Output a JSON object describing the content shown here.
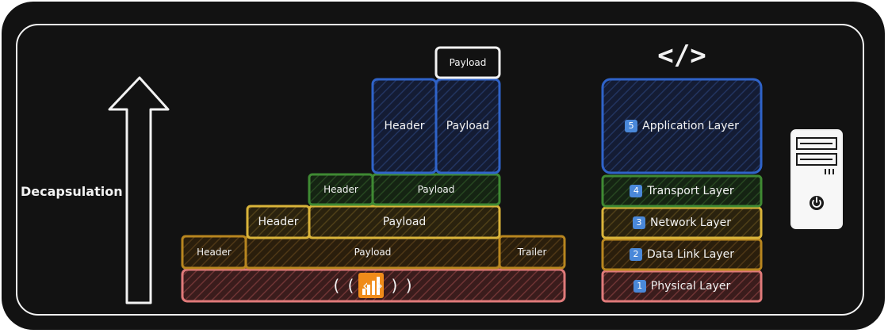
{
  "title": "Decapsulation",
  "code_icon": "</>",
  "signal_text": "( ( ‹  › ) )",
  "colors": {
    "background": "#121212",
    "frame": "#f2f2f2",
    "physical": "#e07a7a",
    "datalink": "#b8861f",
    "network": "#d9b43a",
    "transport": "#3f8a33",
    "application": "#2f63c9",
    "top_payload": "#f2f2f2",
    "signal": "#f08c1a"
  },
  "stack": {
    "physical": {
      "label": "Physical Layer",
      "number": "1"
    },
    "datalink": {
      "label": "Data Link Layer",
      "number": "2"
    },
    "network": {
      "label": "Network Layer",
      "number": "3"
    },
    "transport": {
      "label": "Transport Layer",
      "number": "4"
    },
    "application": {
      "label": "Application Layer",
      "number": "5"
    }
  },
  "packets": {
    "datalink": {
      "header": "Header",
      "payload": "Payload",
      "trailer": "Trailer"
    },
    "network": {
      "header": "Header",
      "payload": "Payload"
    },
    "transport": {
      "header": "Header",
      "payload": "Payload"
    },
    "application": {
      "header": "Header",
      "payload": "Payload"
    },
    "top": {
      "payload": "Payload"
    }
  },
  "icons": {
    "arrow": "arrow-up-icon",
    "signal": "signal-bars-icon",
    "server": "server-icon",
    "power": "power-icon",
    "code": "code-icon"
  }
}
